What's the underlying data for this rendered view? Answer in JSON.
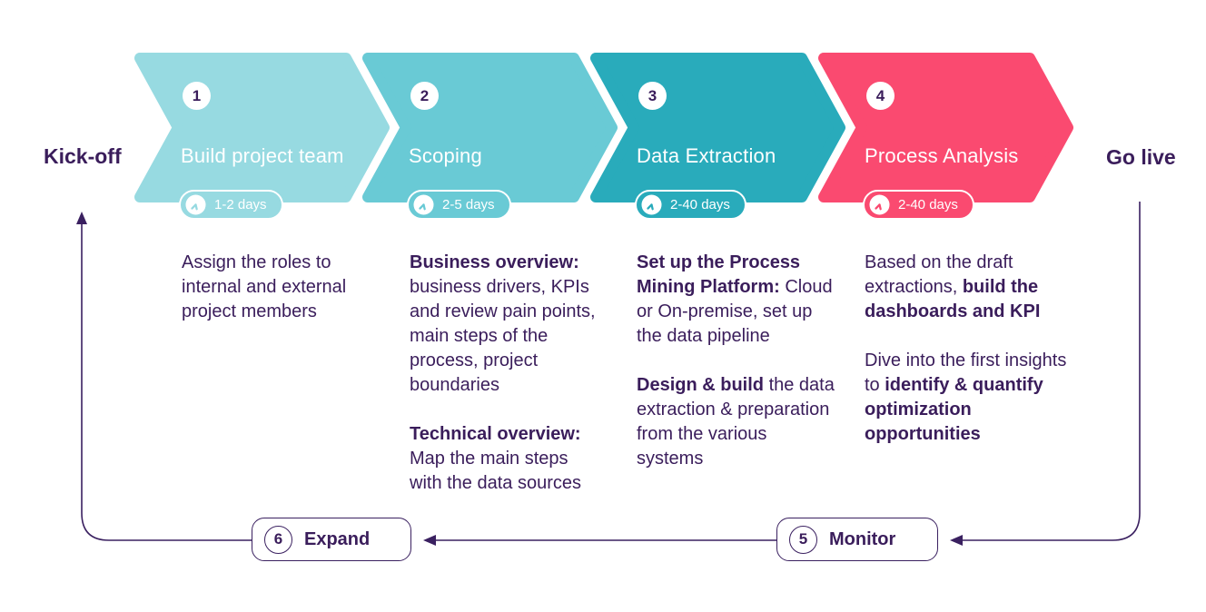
{
  "colors": {
    "flow_line": "#3A2060",
    "text": "#3A1D5B",
    "phase_1": "#97DAE1",
    "phase_2": "#69CAD5",
    "phase_3": "#29ABBB",
    "phase_4": "#FA4A70"
  },
  "labels": {
    "start": "Kick-off",
    "end": "Go live"
  },
  "phases": [
    {
      "number": "1",
      "title": "Build project team",
      "duration": "1-2 days",
      "color": "#97DAE1"
    },
    {
      "number": "2",
      "title": "Scoping",
      "duration": "2-5 days",
      "color": "#69CAD5"
    },
    {
      "number": "3",
      "title": "Data Extraction",
      "duration": "2-40 days",
      "color": "#29ABBB"
    },
    {
      "number": "4",
      "title": "Process Analysis",
      "duration": "2-40 days",
      "color": "#FA4A70"
    }
  ],
  "descriptions": [
    {
      "p1_text": "Assign the roles to internal and external project members"
    },
    {
      "p1_bold": "Business overview:",
      "p1_rest": "business drivers, KPIs and review pain points, main steps of the process, project boundaries",
      "p2_bold": "Technical overview:",
      "p2_rest": "Map the main steps with the data sources"
    },
    {
      "p1_bold": "Set up the Process Mining Platform:",
      "p1_rest": "Cloud or On-premise, set up the data pipeline",
      "p2_bold": "Design & build",
      "p2_rest": "the data extraction & preparation from the various systems"
    },
    {
      "p1_pre": "Based on the draft extractions,",
      "p1_bold": "build the dashboards and KPI",
      "p2_pre": "Dive into the first insights to",
      "p2_bold": "identify & quantify optimization opportunities"
    }
  ],
  "loop_steps": [
    {
      "number": "5",
      "label": "Monitor"
    },
    {
      "number": "6",
      "label": "Expand"
    }
  ]
}
